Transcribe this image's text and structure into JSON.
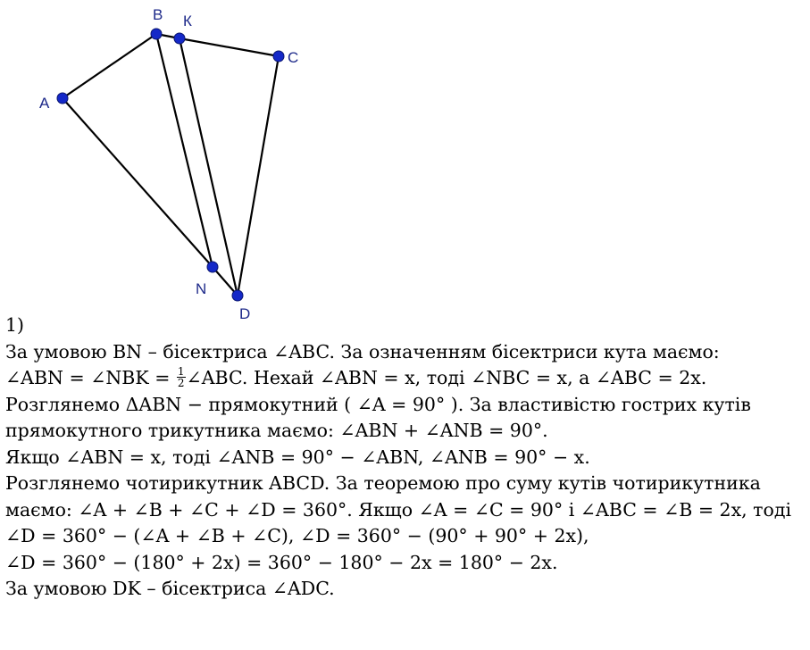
{
  "points": {
    "A": {
      "label": "A"
    },
    "B": {
      "label": "B"
    },
    "K": {
      "label": "К"
    },
    "C": {
      "label": "C"
    },
    "N": {
      "label": "N"
    },
    "D": {
      "label": "D"
    }
  },
  "text": {
    "item_number": "1)",
    "l2": "За умовою BN – бісектриса ∠ABC. За означенням бісектриси кута маємо:",
    "l3a": "∠ABN = ∠NBK = ",
    "l3_frac_num": "1",
    "l3_frac_den": "2",
    "l3b": "∠ABC. Нехай ∠ABN = x, тоді ∠NBC = x, а ∠ABC = 2x.",
    "l4": "Розглянемо ΔABN − прямокутний ( ∠A = 90° ). За властивістю гострих кутів",
    "l5": "прямокутного трикутника маємо: ∠ABN + ∠ANB = 90°.",
    "l6": "Якщо ∠ABN = x, тоді ∠ANB = 90° − ∠ABN, ∠ANB = 90° − x.",
    "l7": "Розглянемо чотирикутник ABCD. За теоремою про суму кутів чотирикутника",
    "l8": "маємо: ∠A + ∠B + ∠C + ∠D = 360°. Якщо ∠A = ∠C = 90° і ∠ABC = ∠B = 2x, тоді",
    "l9": "∠D = 360° − (∠A + ∠B + ∠C), ∠D = 360° − (90° + 90° + 2x),",
    "l10": "∠D = 360° − (180° + 2x) = 360° − 180° − 2x = 180° − 2x.",
    "l11": "За умовою DK – бісектриса ∠ADC."
  },
  "colors": {
    "point_fill": "#1428c8",
    "label_color": "#1e2a8a",
    "segment_color": "#000000"
  }
}
